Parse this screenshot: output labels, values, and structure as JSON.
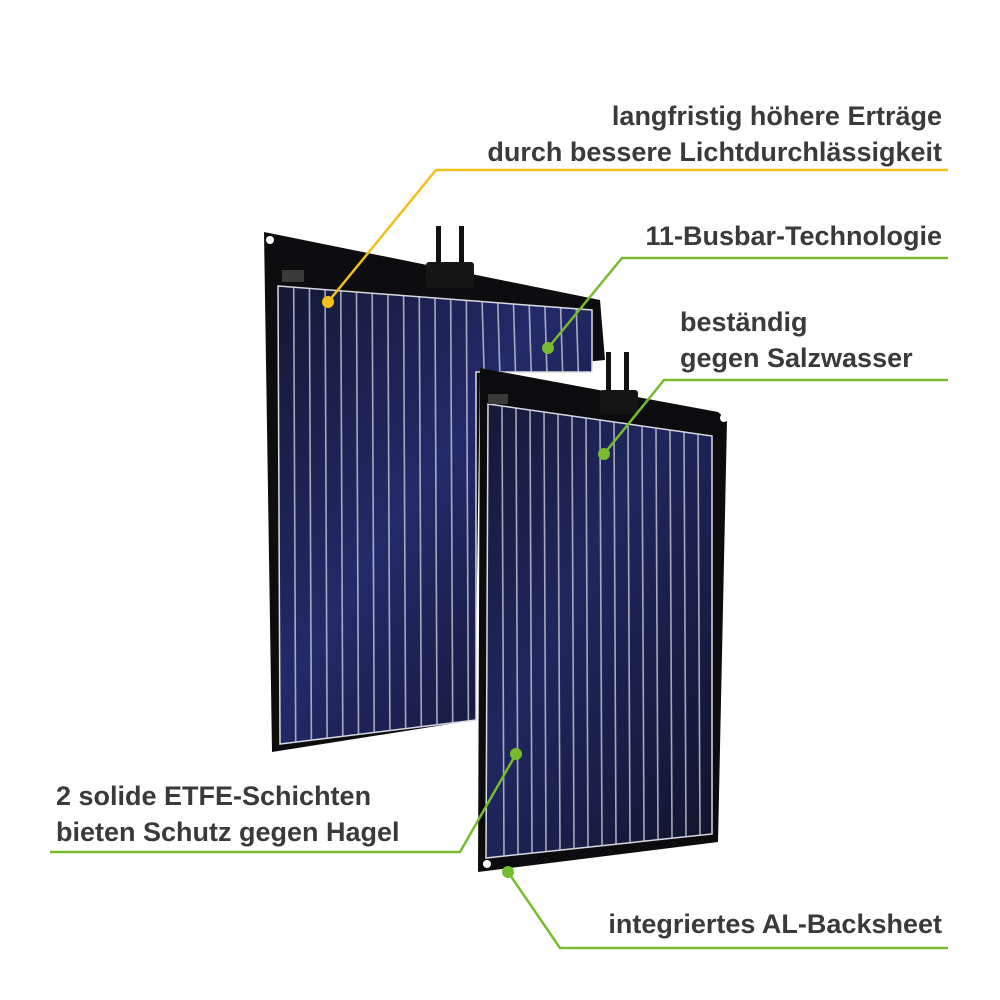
{
  "colors": {
    "background": "#ffffff",
    "text": "#3a3a3a",
    "yellow_callout": "#f2c01a",
    "green_callout": "#77bb2f",
    "panel_frame": "#0e0e10",
    "panel_cell": "#1c2150",
    "busbar": "#c9ccd6"
  },
  "callouts": [
    {
      "id": "transmittance",
      "color": "yellow",
      "lines": [
        "langfristig höhere Erträge",
        "durch bessere Lichtdurchlässigkeit"
      ]
    },
    {
      "id": "busbar",
      "color": "green",
      "lines": [
        "11-Busbar-Technologie"
      ]
    },
    {
      "id": "saltwater",
      "color": "green",
      "lines": [
        "beständig",
        "gegen Salzwasser"
      ]
    },
    {
      "id": "etfe",
      "color": "green",
      "lines": [
        "2 solide ETFE-Schichten",
        "bieten Schutz gegen Hagel"
      ]
    },
    {
      "id": "backsheet",
      "color": "green",
      "lines": [
        "integriertes AL-Backsheet"
      ]
    }
  ],
  "icons": [
    "solar-panel-illustration",
    "junction-box-icon"
  ]
}
